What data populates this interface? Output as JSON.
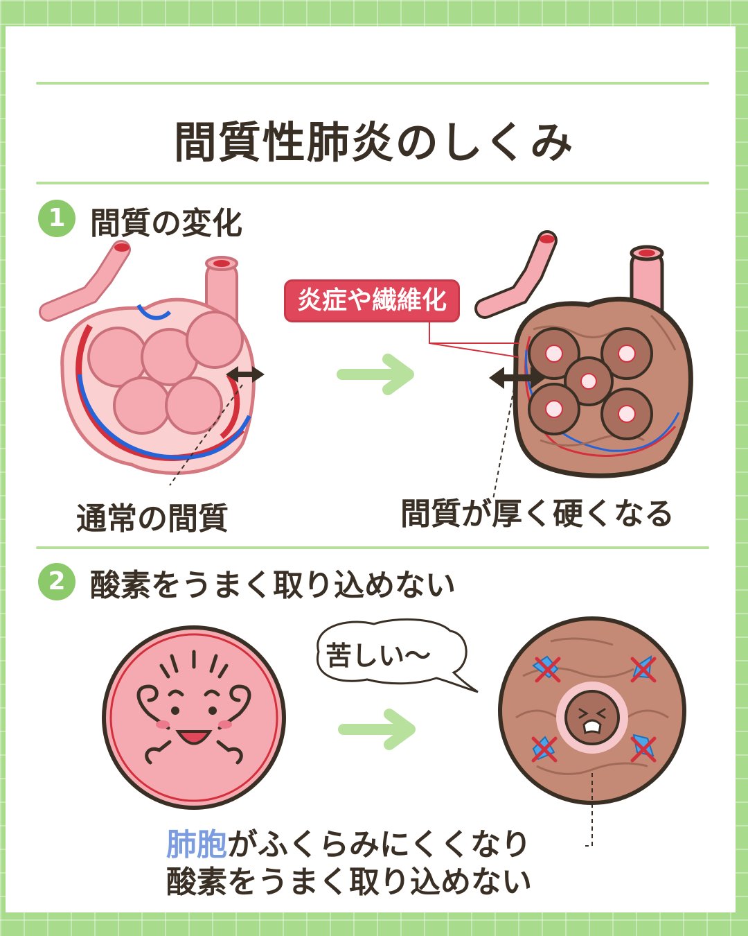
{
  "title": "間質性肺炎のしくみ",
  "section1": {
    "number": "1",
    "title": "間質の変化"
  },
  "section2": {
    "number": "2",
    "title": "酸素をうまく取り込めない"
  },
  "labels": {
    "normal": "通常の間質",
    "inflammation": "炎症や繊維化",
    "thickened": "間質が厚く硬くなる",
    "suffering": "苦しい〜"
  },
  "bottom": {
    "highlight": "肺胞",
    "line1_rest": "がふくらみにくくなり",
    "line2": "酸素をうまく取り込めない"
  },
  "colors": {
    "green": "#8cc96a",
    "accent_red": "#e0475a",
    "text": "#3a2f24",
    "highlight_blue": "#7b9de0"
  }
}
